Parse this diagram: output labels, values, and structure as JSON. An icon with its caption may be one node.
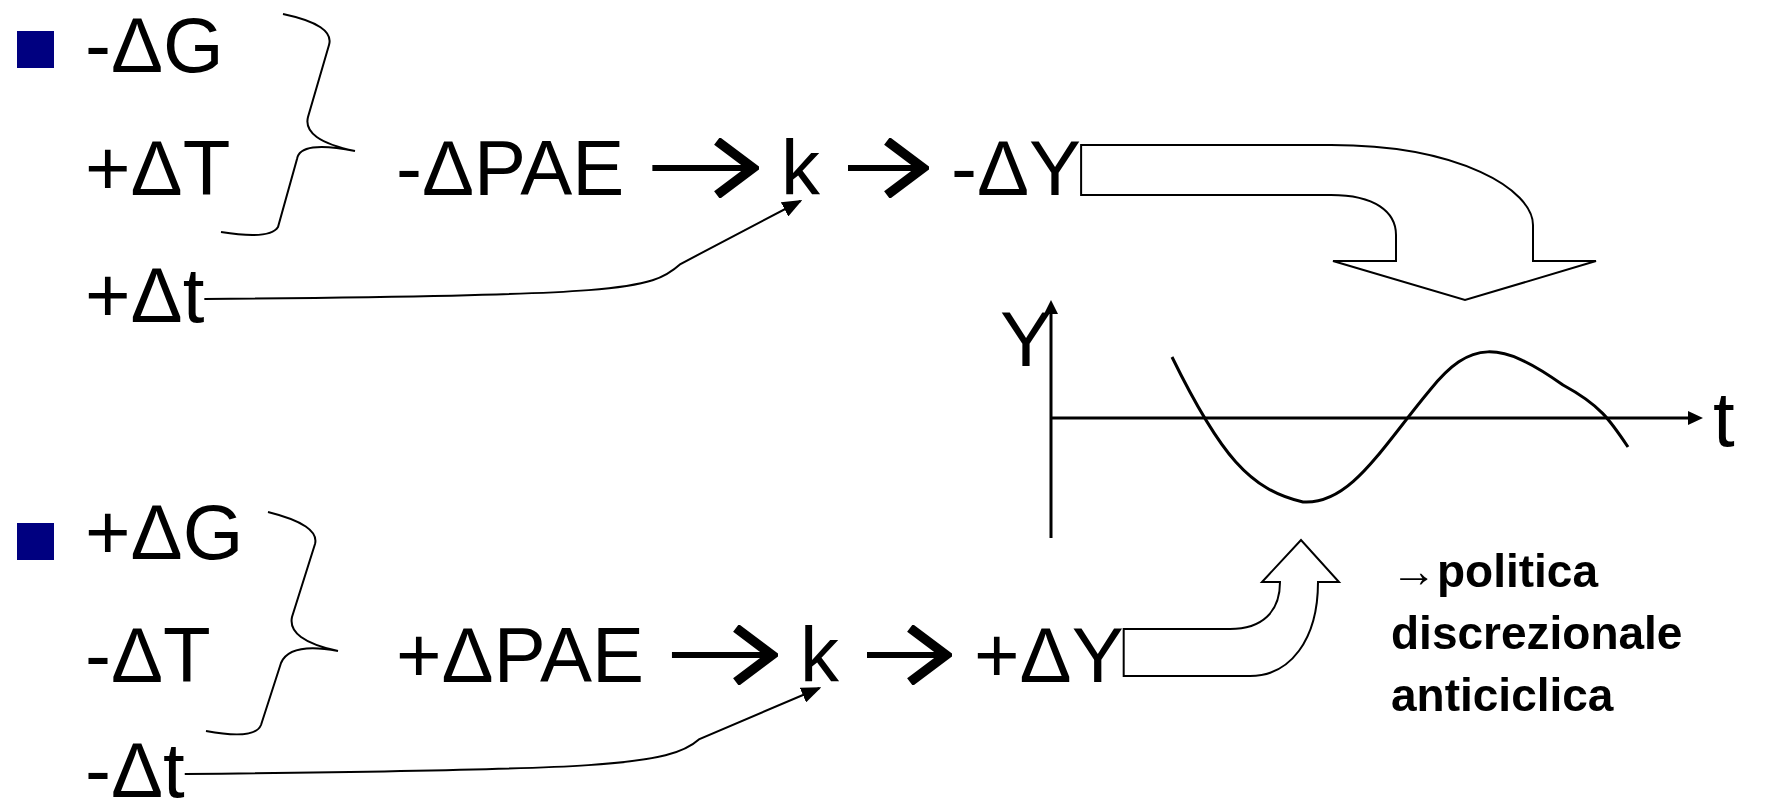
{
  "diagram": {
    "nodes": [
      {
        "text": [
          "-ΔG"
        ]
      },
      {
        "text": [
          "+ΔT"
        ]
      },
      {
        "text": [
          "-ΔPAE"
        ]
      },
      {
        "text": [
          "k"
        ]
      },
      {
        "text": [
          "-ΔY"
        ]
      },
      {
        "text": [
          "+Δt"
        ]
      },
      {
        "text": [],
        "shape": "picture",
        "beside": [
          "Y",
          "t"
        ]
      },
      {
        "text": [
          "+ΔG"
        ]
      },
      {
        "text": [
          "-ΔT"
        ]
      },
      {
        "text": [
          "+ΔPAE"
        ]
      },
      {
        "text": [
          "k"
        ]
      },
      {
        "text": [
          "+ΔY"
        ]
      },
      {
        "text": [
          "-Δt"
        ]
      }
    ],
    "edges": [
      {
        "from": 2,
        "to": 3,
        "arrow": "to"
      },
      {
        "from": 3,
        "to": 4,
        "arrow": "to"
      },
      {
        "from": 5,
        "to": 3,
        "arrow": "to"
      },
      {
        "from": 4,
        "to": 6,
        "arrow": "to",
        "style": "thick"
      },
      {
        "from": 9,
        "to": 10,
        "arrow": "to"
      },
      {
        "from": 10,
        "to": 11,
        "arrow": "to"
      },
      {
        "from": 12,
        "to": 10,
        "arrow": "to"
      },
      {
        "from": 11,
        "to": 6,
        "arrow": "to",
        "style": "thick"
      }
    ],
    "labels": [
      "→politica discrezionale anticiclica"
    ]
  }
}
